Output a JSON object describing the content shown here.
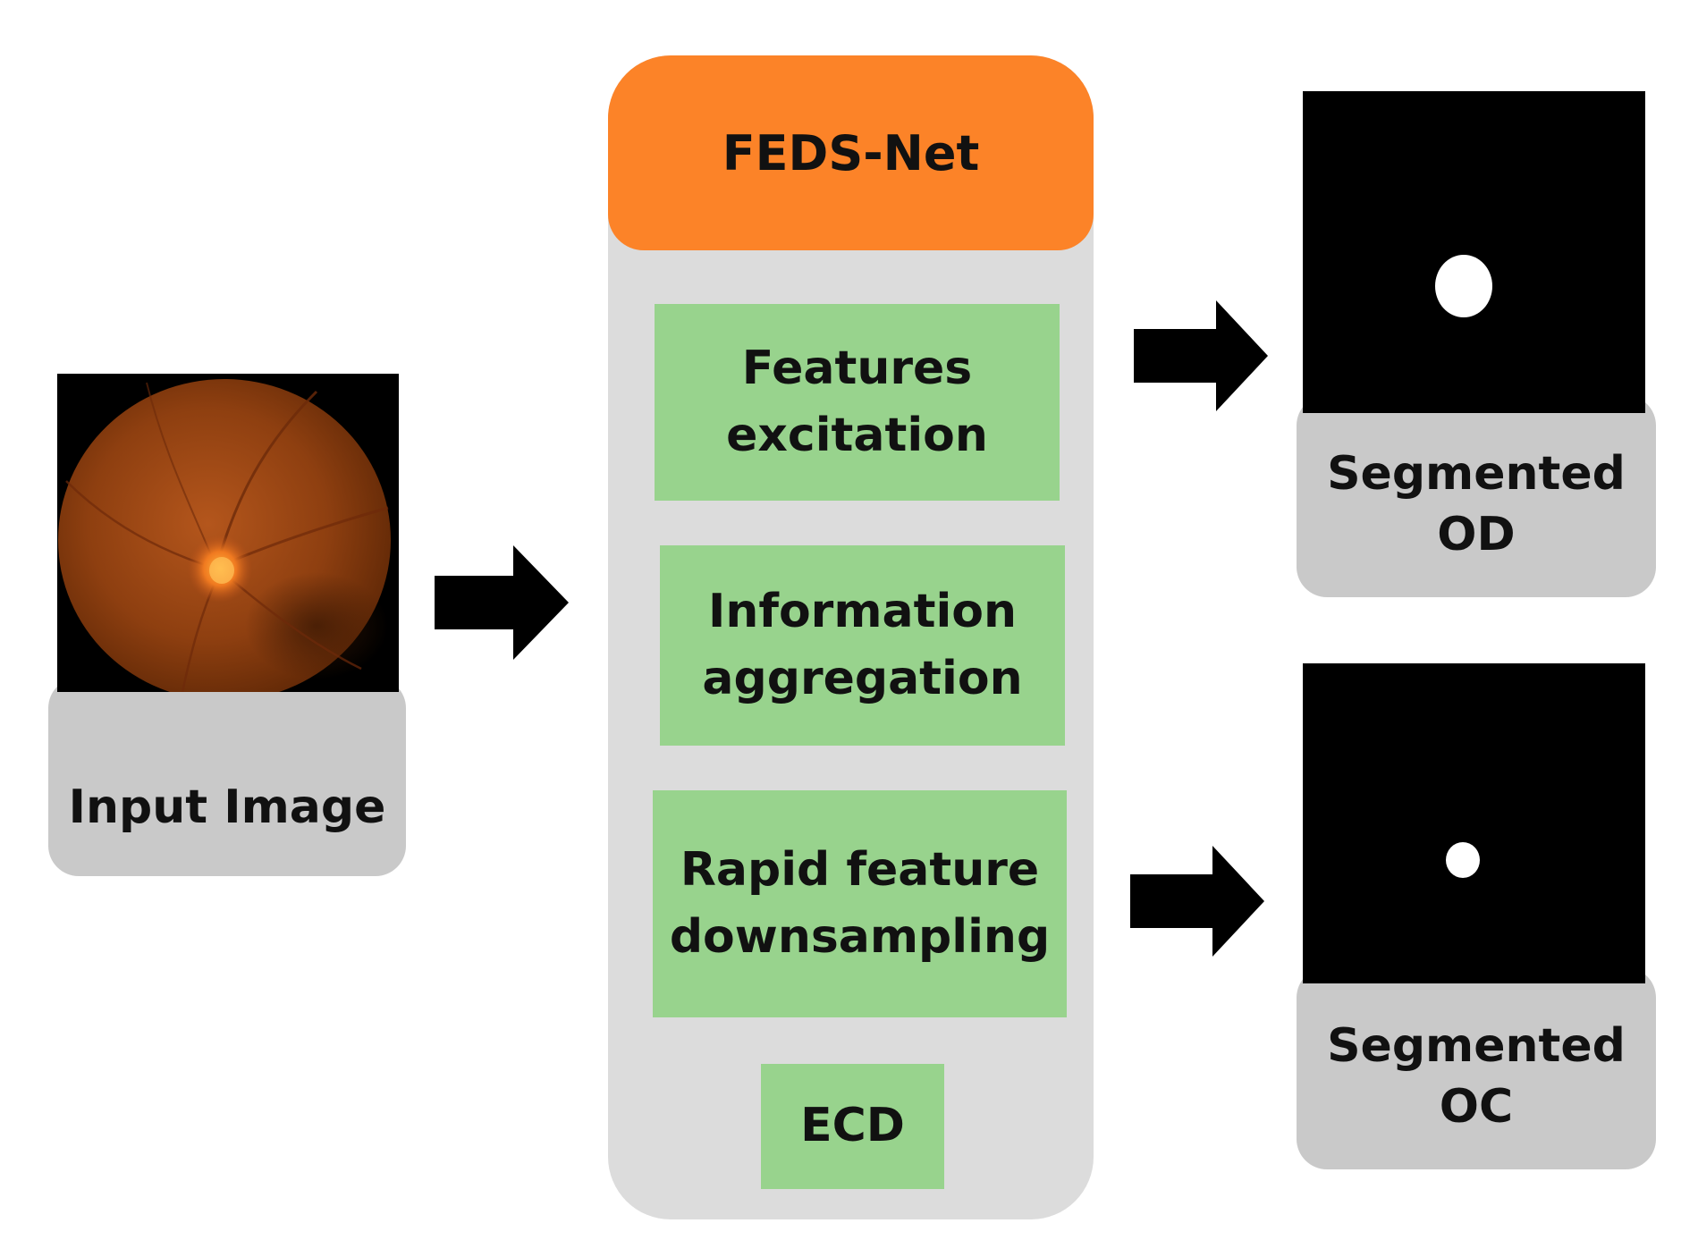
{
  "input": {
    "label": "Input Image"
  },
  "network": {
    "title": "FEDS-Net",
    "blocks": [
      {
        "label": "Features\nexcitation"
      },
      {
        "label": "Information\naggregation"
      },
      {
        "label": "Rapid feature\ndownsampling"
      },
      {
        "label": "ECD"
      }
    ]
  },
  "outputs": [
    {
      "label": "Segmented\nOD"
    },
    {
      "label": "Segmented\nOC"
    }
  ],
  "colors": {
    "header": "#fc8328",
    "panel": "#dcdcdc",
    "block": "#98d38d",
    "label_box": "#c9c9c9",
    "arrow": "#000000"
  }
}
